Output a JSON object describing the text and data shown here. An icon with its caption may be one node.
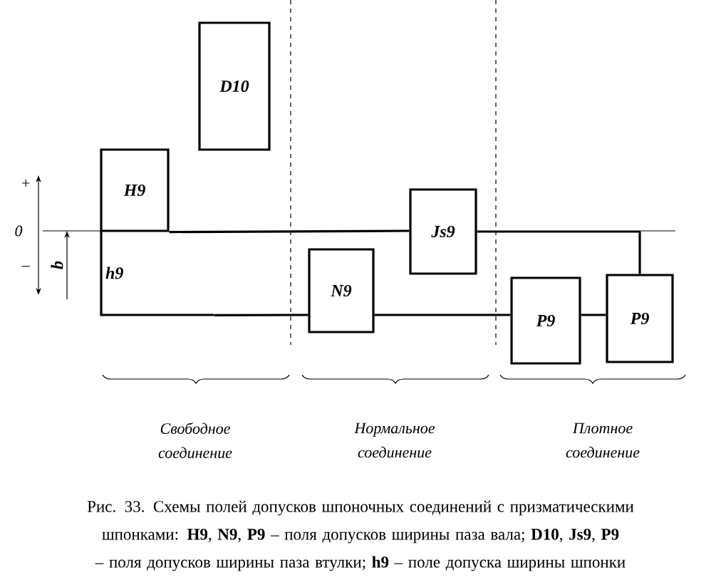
{
  "diagram": {
    "caption": "Рис. 33. Схемы полей допусков шпоночных соединений с призматическими шпонками: **H9**, **N9**, **P9** – поля допусков ширины паза вала; **D10**, **Js9**, **P9** – поля допусков ширины паза втулки; **h9** – поле допуска ширины шпонки",
    "nodes": [
      {
        "text": [
          "D10"
        ]
      },
      {
        "text": [
          "H9"
        ]
      },
      {
        "text": [
          "h9"
        ]
      },
      {
        "text": [
          "N9"
        ]
      },
      {
        "text": [
          "Js9"
        ]
      },
      {
        "text": [
          "P9"
        ]
      },
      {
        "text": [
          "P9"
        ]
      }
    ],
    "edges": [
      {
        "from": 1,
        "to": 4,
        "arrow": "none"
      },
      {
        "from": 2,
        "to": 3,
        "arrow": "none"
      },
      {
        "from": 3,
        "to": 5,
        "arrow": "none"
      },
      {
        "from": 5,
        "to": 6,
        "arrow": "none"
      },
      {
        "from": 4,
        "to": 6,
        "arrow": "none"
      }
    ],
    "labels": [
      "+",
      "0",
      "–",
      "b",
      "Свободное соединение",
      "Нормальное соединение",
      "Плотное соединение"
    ]
  }
}
